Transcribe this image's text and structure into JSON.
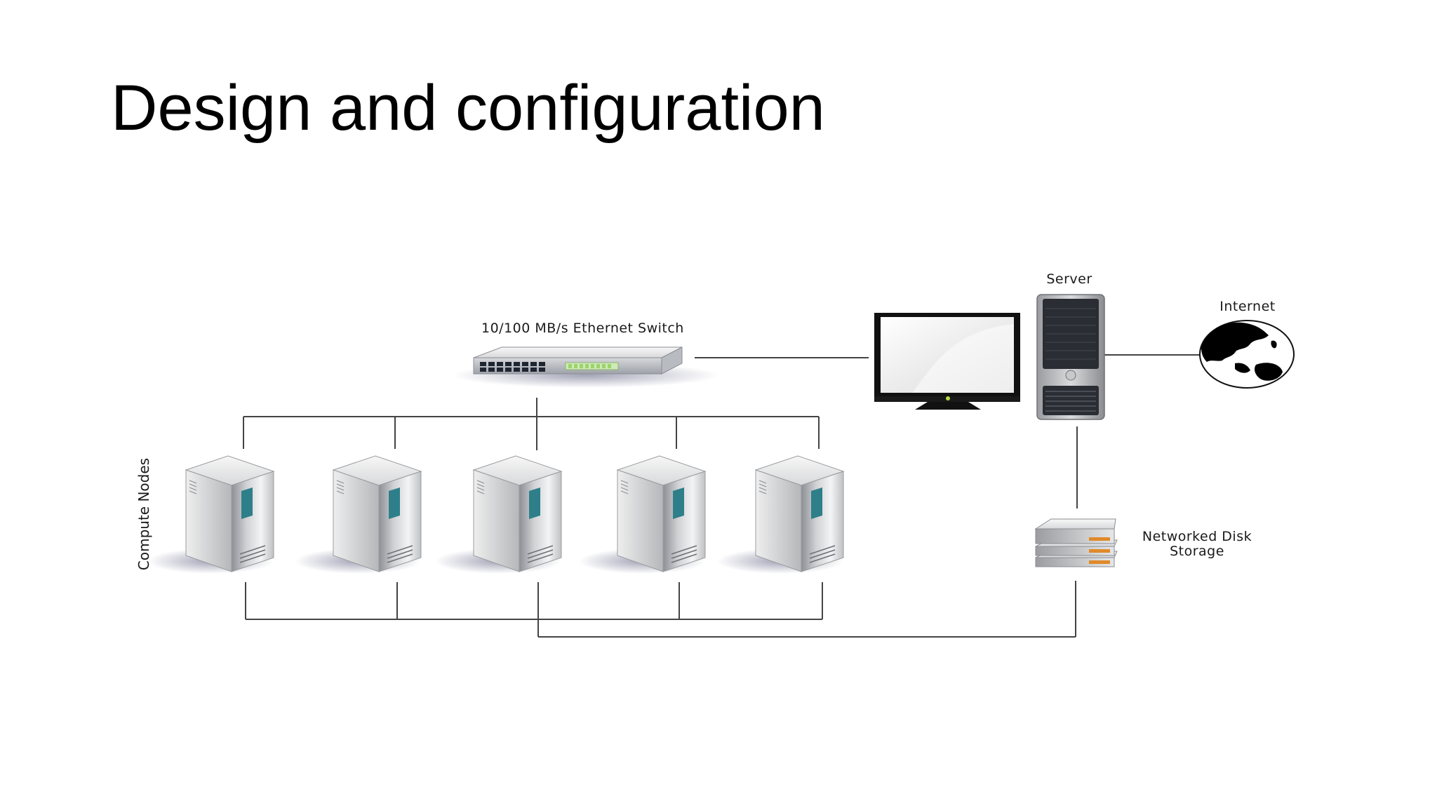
{
  "slide": {
    "title": "Design and configuration"
  },
  "diagram": {
    "labels": {
      "switch": "10/100 MB/s Ethernet Switch",
      "server": "Server",
      "internet": "Internet",
      "compute_nodes": "Compute Nodes",
      "storage_line1": "Networked Disk",
      "storage_line2": "Storage"
    },
    "compute_node_count": 5,
    "colors": {
      "line": "#444444",
      "node_window": "#2e7f8a",
      "monitor_bezel": "#111111",
      "globe_land": "#000000",
      "storage_lights": "#e08a2a",
      "switch_lights": "#9bd36a"
    }
  }
}
